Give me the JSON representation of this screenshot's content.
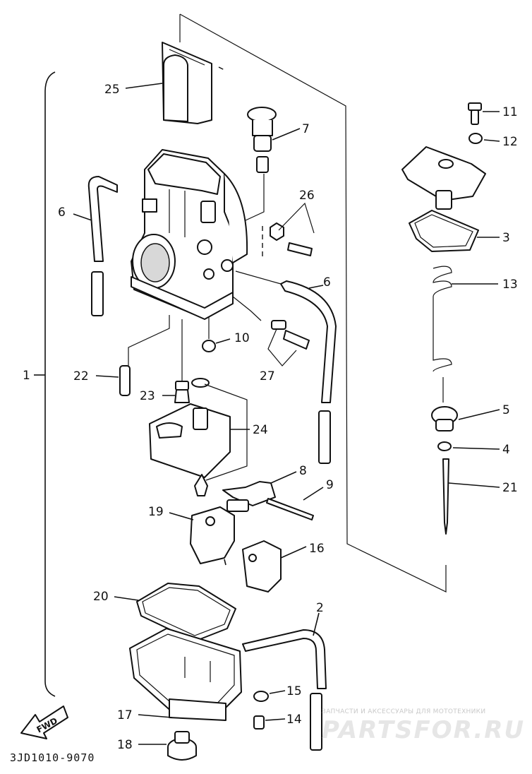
{
  "callouts": [
    {
      "id": "c1",
      "text": "1"
    },
    {
      "id": "c2",
      "text": "2"
    },
    {
      "id": "c3",
      "text": "3"
    },
    {
      "id": "c4",
      "text": "4"
    },
    {
      "id": "c5",
      "text": "5"
    },
    {
      "id": "c6a",
      "text": "6"
    },
    {
      "id": "c6b",
      "text": "6"
    },
    {
      "id": "c7",
      "text": "7"
    },
    {
      "id": "c8",
      "text": "8"
    },
    {
      "id": "c9",
      "text": "9"
    },
    {
      "id": "c10",
      "text": "10"
    },
    {
      "id": "c11",
      "text": "11"
    },
    {
      "id": "c12",
      "text": "12"
    },
    {
      "id": "c13",
      "text": "13"
    },
    {
      "id": "c14",
      "text": "14"
    },
    {
      "id": "c15",
      "text": "15"
    },
    {
      "id": "c16",
      "text": "16"
    },
    {
      "id": "c17",
      "text": "17"
    },
    {
      "id": "c18",
      "text": "18"
    },
    {
      "id": "c19",
      "text": "19"
    },
    {
      "id": "c20",
      "text": "20"
    },
    {
      "id": "c21",
      "text": "21"
    },
    {
      "id": "c22",
      "text": "22"
    },
    {
      "id": "c23",
      "text": "23"
    },
    {
      "id": "c24",
      "text": "24"
    },
    {
      "id": "c25",
      "text": "25"
    },
    {
      "id": "c26",
      "text": "26"
    },
    {
      "id": "c27",
      "text": "27"
    }
  ],
  "fwd_label": "FWD",
  "diagram_code": "3JD1010-9070",
  "watermark": {
    "tagline": "ЗАПЧАСТИ И АКСЕССУАРЫ ДЛЯ МОТОТЕХНИКИ",
    "brand": "PARTSFOR.RU"
  }
}
